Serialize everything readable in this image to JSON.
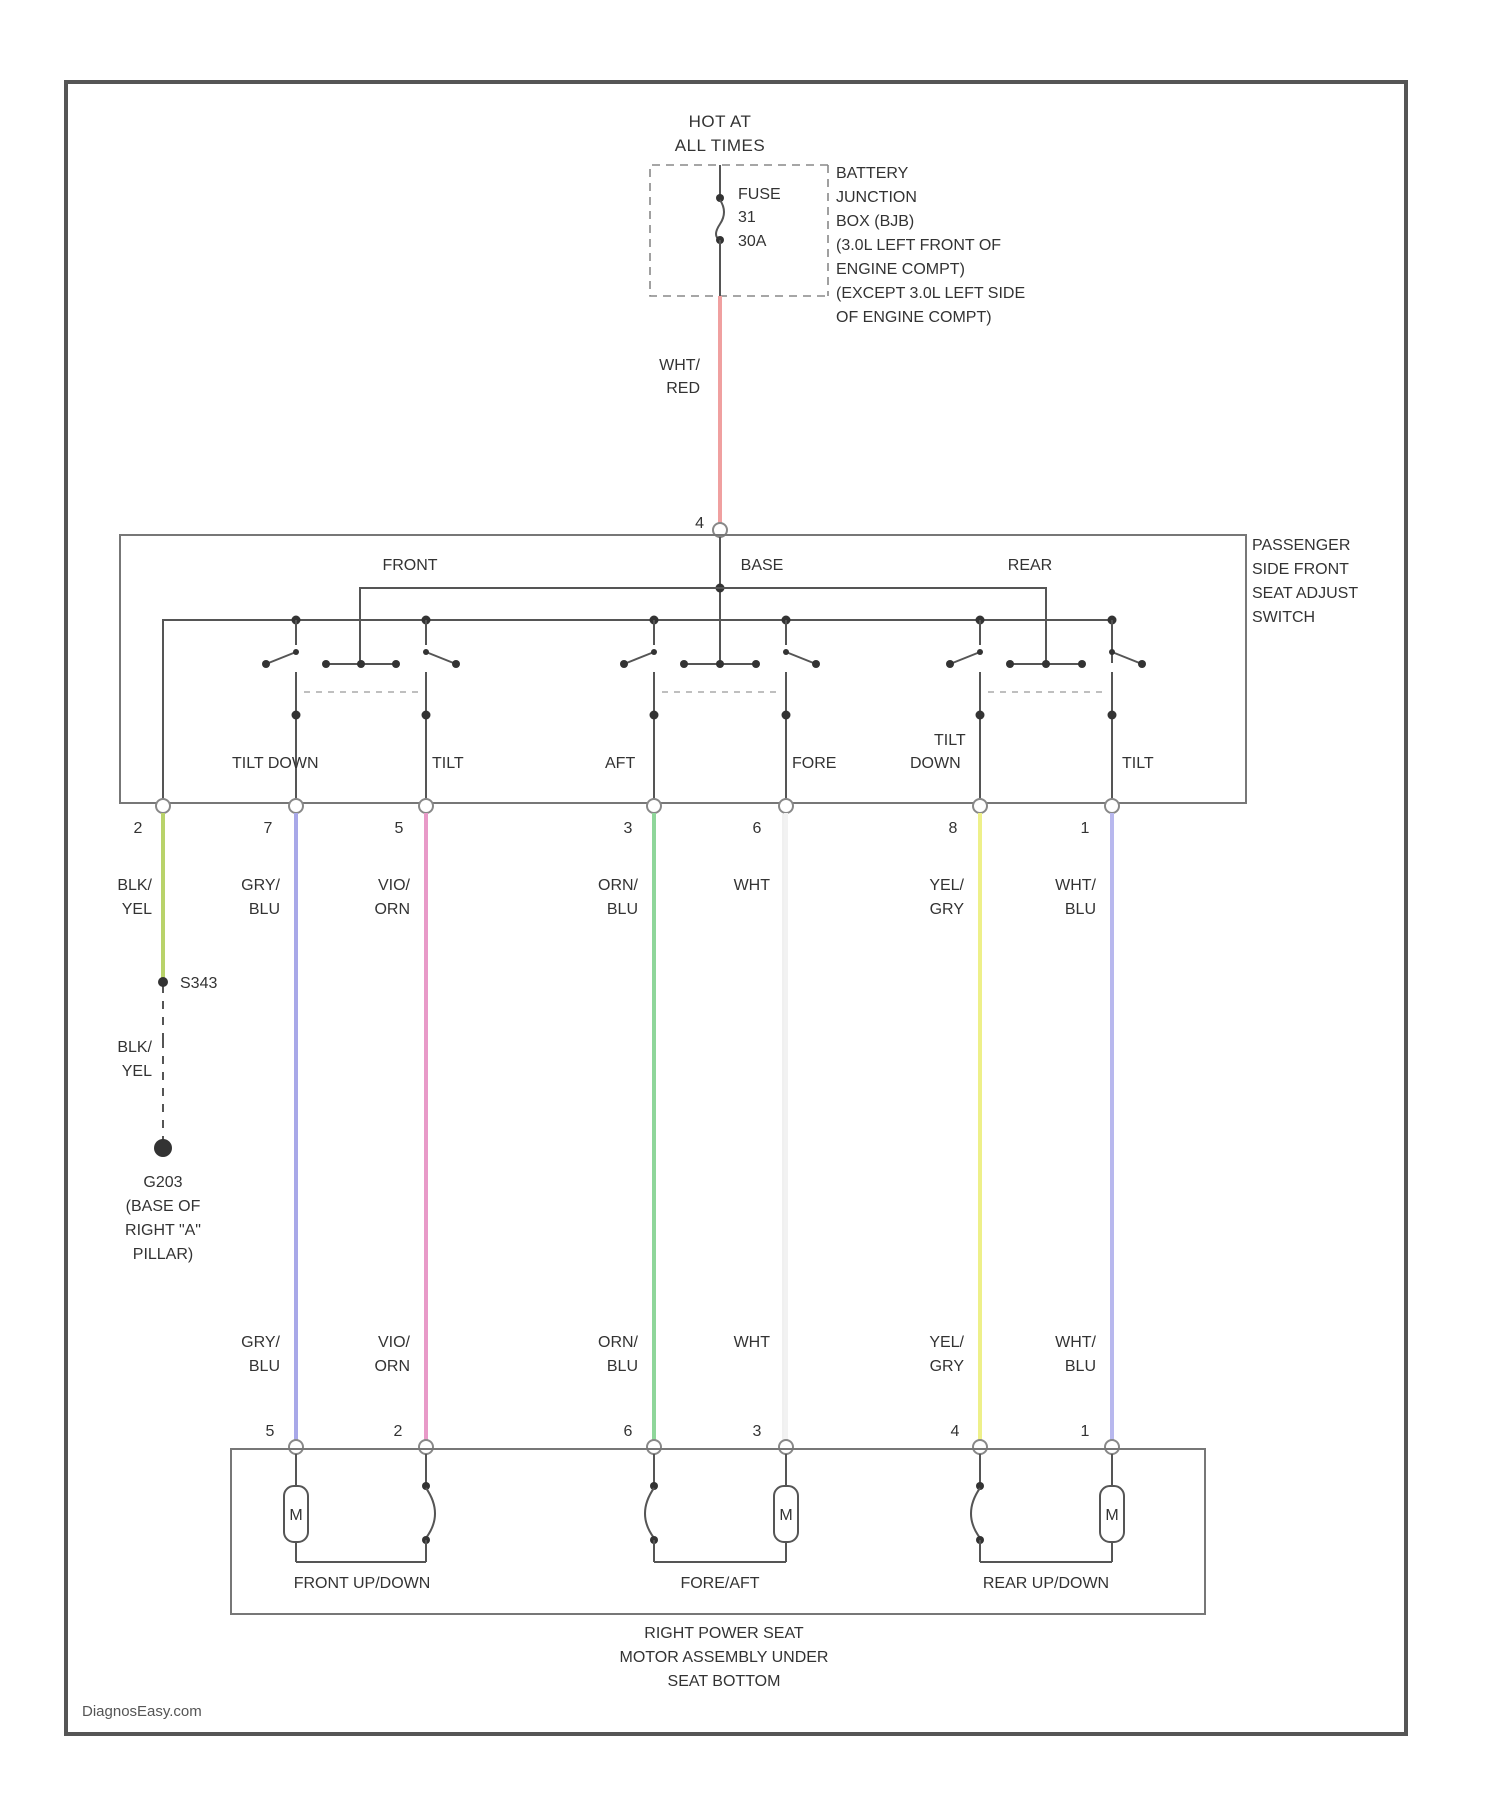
{
  "power": {
    "hot_line1": "HOT AT",
    "hot_line2": "ALL TIMES",
    "fuse": [
      "FUSE",
      "31",
      "30A"
    ],
    "bjb": [
      "BATTERY",
      "JUNCTION",
      "BOX (BJB)",
      "(3.0L LEFT FRONT OF",
      "ENGINE COMPT)",
      "(EXCEPT 3.0L LEFT SIDE",
      "OF ENGINE COMPT)"
    ],
    "feed_wire": [
      "WHT/",
      "RED"
    ],
    "feed_pin": "4"
  },
  "switch": {
    "label": [
      "PASSENGER",
      "SIDE FRONT",
      "SEAT ADJUST",
      "SWITCH"
    ],
    "sections": {
      "front": "FRONT",
      "base": "BASE",
      "rear": "REAR"
    },
    "positions": {
      "tilt_down_front": "TILT DOWN",
      "tilt_front": "TILT",
      "aft": "AFT",
      "fore": "FORE",
      "tilt_down_rear": [
        "TILT",
        "DOWN"
      ],
      "tilt_rear": "TILT"
    }
  },
  "wires": [
    {
      "id": "ground",
      "pin_top": "2",
      "color_label_top": [
        "BLK/",
        "YEL"
      ],
      "color": "#b9d36a"
    },
    {
      "id": "w1",
      "pin_top": "7",
      "color_label_top": [
        "GRY/",
        "BLU"
      ],
      "color_label_bottom": [
        "GRY/",
        "BLU"
      ],
      "pin_bottom": "5",
      "color": "#a8a8e8"
    },
    {
      "id": "w2",
      "pin_top": "5",
      "color_label_top": [
        "VIO/",
        "ORN"
      ],
      "color_label_bottom": [
        "VIO/",
        "ORN"
      ],
      "pin_bottom": "2",
      "color": "#e89ac8"
    },
    {
      "id": "w3",
      "pin_top": "3",
      "color_label_top": [
        "ORN/",
        "BLU"
      ],
      "color_label_bottom": [
        "ORN/",
        "BLU"
      ],
      "pin_bottom": "6",
      "color": "#8fd69a"
    },
    {
      "id": "w4",
      "pin_top": "6",
      "color_label_top": [
        "WHT"
      ],
      "color_label_bottom": [
        "WHT"
      ],
      "pin_bottom": "3",
      "color": "#f2f2f2"
    },
    {
      "id": "w5",
      "pin_top": "8",
      "color_label_top": [
        "YEL/",
        "GRY"
      ],
      "color_label_bottom": [
        "YEL/",
        "GRY"
      ],
      "pin_bottom": "4",
      "color": "#eef08a"
    },
    {
      "id": "w6",
      "pin_top": "1",
      "color_label_top": [
        "WHT/",
        "BLU"
      ],
      "color_label_bottom": [
        "WHT/",
        "BLU"
      ],
      "pin_bottom": "1",
      "color": "#b8b8ee"
    }
  ],
  "ground": {
    "splice": "S343",
    "wire": [
      "BLK/",
      "YEL"
    ],
    "point": [
      "G203",
      "(BASE OF",
      "RIGHT \"A\"",
      "PILLAR)"
    ]
  },
  "motors": {
    "front": "FRONT UP/DOWN",
    "fore_aft": "FORE/AFT",
    "rear": "REAR UP/DOWN",
    "motor_symbol": "M",
    "assembly": [
      "RIGHT POWER SEAT",
      "MOTOR ASSEMBLY UNDER",
      "SEAT BOTTOM"
    ]
  },
  "watermark": "DiagnosEasy.com"
}
